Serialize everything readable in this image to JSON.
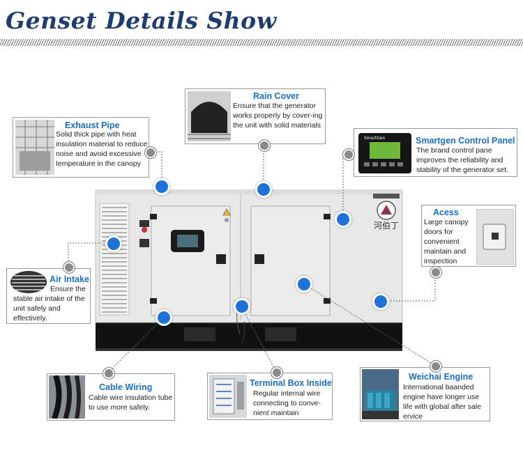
{
  "title": "Genset Details Show",
  "callouts": {
    "exhaust_pipe": {
      "title": "Exhaust Pipe",
      "text": "Solid thick pipe with heat insulation material to reduce noise and avoid excessive temperature in the canopy"
    },
    "rain_cover": {
      "title": "Rain Cover",
      "text": "Ensure that the generator works properly by cover-ing the unit with solid materials"
    },
    "control_panel": {
      "title": "Smartgen Control Panel",
      "text": "The brand control pane improves the reliability and stability of the generator set."
    },
    "access": {
      "title": "Acess",
      "text": "Large canopy doors for convenient maintain and inspection"
    },
    "air_intake": {
      "title": "Air Intake",
      "text_line1": "Ensure the",
      "text_rest": "stable air intake of the unit safely and effectively."
    },
    "cable_wiring": {
      "title": "Cable Wiring",
      "text": "Cable wire insulation tube to use more safely."
    },
    "terminal_box": {
      "title": "Terminal Box Inside",
      "text": "Regular internal wire connecting to conve-nient maintain"
    },
    "weichai_engine": {
      "title": "Weichai Engine",
      "text": "International baanded engine have longer use life with global after sale ervice"
    }
  },
  "genset": {
    "brand_mark": "河伯丁",
    "panel_label": "SmartGen"
  },
  "colors": {
    "title": "#1e3d6e",
    "callout_title": "#1a6fc2",
    "marker_dot": "#1e73d8",
    "anchor_dot": "#8a8a8a",
    "canopy": "#e6e6e6"
  }
}
